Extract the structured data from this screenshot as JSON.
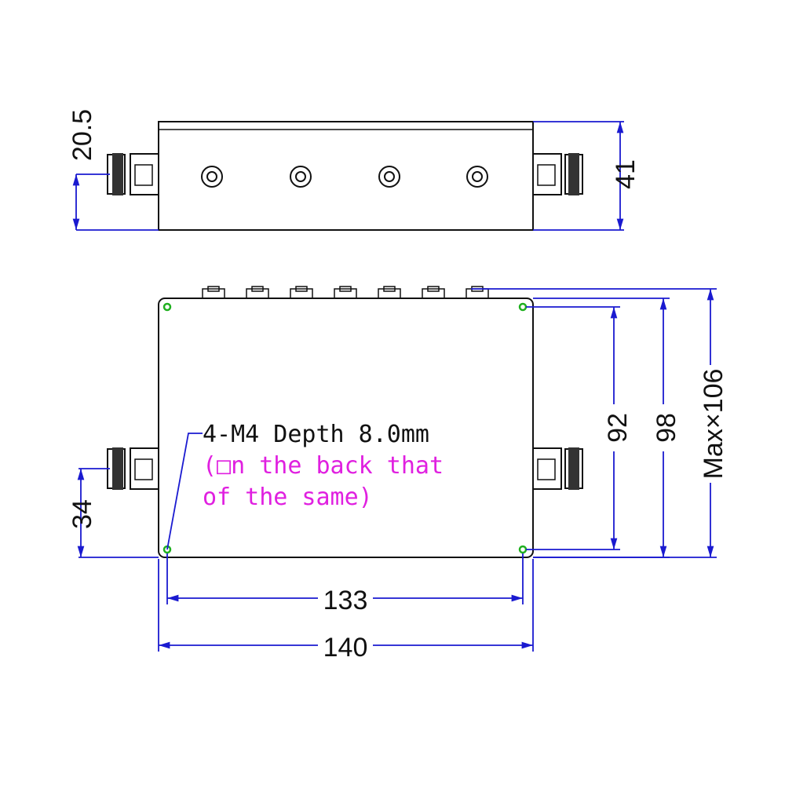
{
  "colors": {
    "outline": "#111111",
    "dimension_lines": "#1a1ad0",
    "note_text": "#e020e0",
    "hole_marker": "#20b020"
  },
  "top_view": {
    "dimensions": {
      "connector_height": "20.5",
      "height": "41"
    }
  },
  "bottom_view": {
    "dimensions": {
      "connector_offset": "34",
      "hole_spacing_width": "133",
      "width": "140",
      "hole_spacing_height": "92",
      "height": "98",
      "max_height": "Max×106"
    },
    "note": {
      "line1": "4-M4 Depth 8.0mm",
      "line2": "(□n the back that",
      "line3": "of the same)"
    }
  }
}
